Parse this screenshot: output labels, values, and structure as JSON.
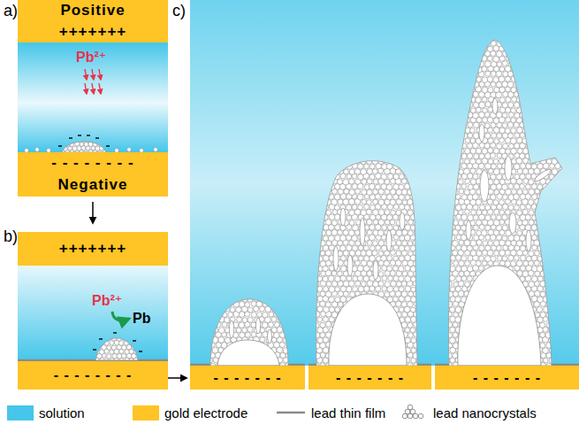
{
  "diagram": {
    "nodes": [
      {
        "text": [
          "Positive",
          "+++++++"
        ]
      },
      {
        "text": [
          "- - - - - - - -",
          "Negative"
        ]
      },
      {
        "text": [
          "+++++++"
        ]
      },
      {
        "text": [
          "- - - - - - - -"
        ]
      },
      {
        "text": [
          "- - - - - - -"
        ]
      },
      {
        "text": [
          "- - - - - - -"
        ]
      },
      {
        "text": [
          "- - - - - - -"
        ]
      }
    ],
    "labels": [
      "a)",
      "Pb²⁺",
      "b)",
      "Pb²⁺",
      "Pb",
      "c)"
    ],
    "legend": [
      {
        "text": "solution",
        "color": "#45c6ea"
      },
      {
        "text": "gold electrode",
        "color": "#ffc425"
      },
      {
        "text": "lead thin film"
      },
      {
        "text": "lead nanocrystals"
      }
    ]
  }
}
